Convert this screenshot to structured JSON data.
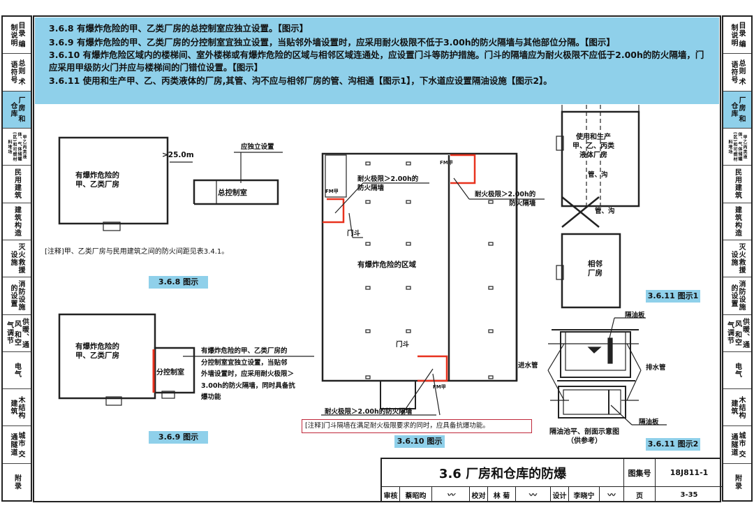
{
  "tabs": [
    {
      "label": "目录 编制说明"
    },
    {
      "label": "总则 术语符号"
    },
    {
      "label": "厂房 和仓库"
    },
    {
      "label": "甲乙丙类液体、气体储罐(区)和可燃材料堆场"
    },
    {
      "label": "民用建筑"
    },
    {
      "label": "建筑构造"
    },
    {
      "label": "灭火救援 设施"
    },
    {
      "label": "消防设施 的设置"
    },
    {
      "label": "供暖、通风 和空气调节"
    },
    {
      "label": "电气"
    },
    {
      "label": "木结构 建筑"
    },
    {
      "label": "城市 交通隧道"
    },
    {
      "label": "附录"
    }
  ],
  "header": {
    "lines": [
      "3.6.8 有爆炸危险的甲、乙类厂房的总控制室应独立设置。【图示】",
      "3.6.9 有爆炸危险的甲、乙类厂房的分控制室宜独立设置，当贴邻外墙设置时，应采用耐火极限不低于3.00h的防火隔墙与其他部位分隔。【图示】",
      "3.6.10  有爆炸危险区域内的楼梯间、室外楼梯或有爆炸危险的区域与相邻区域连通处，应设置门斗等防护措施。门斗的隔墙应为耐火极限不应低于2.00h的防火隔墙，门应采用甲级防火门并应与楼梯间的门错位设置。【图示】",
      "3.6.11 使用和生产甲、乙、丙类液体的厂房,其管、沟不应与相邻厂房的管、沟相通【图示1】，下水道应设置隔油设施【图示2】。"
    ]
  },
  "fig368": {
    "building": "有爆炸危险的\n甲、乙类厂房",
    "distance": ">25.0m",
    "room": "总控制室",
    "callout": "应独立设置",
    "note": "[注释]甲、乙类厂房与民用建筑之间的防火间距见表3.4.1。",
    "caption": "3.6.8 图示"
  },
  "fig369": {
    "building": "有爆炸危险的\n甲、乙类厂房",
    "room": "分控制室",
    "desc": "有爆炸危险的甲、乙类厂房的\n分控制室宜独立设置，当贴邻\n外墙设置时，应采用耐火极限＞\n3.00h的防火隔墙，同时具备抗\n爆功能",
    "caption": "3.6.9 图示"
  },
  "fig3610": {
    "wall1": "耐火极限＞2.00h的\n防火隔墙",
    "wall2": "耐火极限＞2.00h的\n防火隔墙",
    "door1": "门斗",
    "door2": "门斗",
    "zone": "有爆炸危险的区域",
    "wall3": "耐火极限＞2.00h的防火隔墙",
    "fm": "FM甲",
    "note": "[注释]门斗隔墙在满足耐火极限要求的同时，应具备抗爆功能。",
    "caption": "3.6.10 图示"
  },
  "fig3611a": {
    "top": "使用和生产\n甲、乙、丙类\n液体厂房",
    "pipe1": "管、沟",
    "pipe2": "管、沟",
    "bottom": "相邻\n厂房",
    "caption": "3.6.11 图示1"
  },
  "fig3611b": {
    "plate1": "隔油板",
    "inlet": "进水管",
    "outlet": "排水管",
    "plate2": "隔油板",
    "title": "隔油池平、剖面示意图\n（供参考）",
    "caption": "3.6.11 图示2"
  },
  "titleblock": {
    "title": "3.6 厂房和仓库的防爆",
    "atlas_label": "图集号",
    "atlas_no": "18J811-1",
    "review_label": "审核",
    "reviewer": "蔡昭昀",
    "check_label": "校对",
    "checker": "林 菊",
    "design_label": "设计",
    "designer": "李晓宁",
    "page_label": "页",
    "page_no": "3-35"
  },
  "colors": {
    "accent": "#8fd0ea",
    "fire": "#e8321e",
    "note_border": "#c0283a"
  }
}
